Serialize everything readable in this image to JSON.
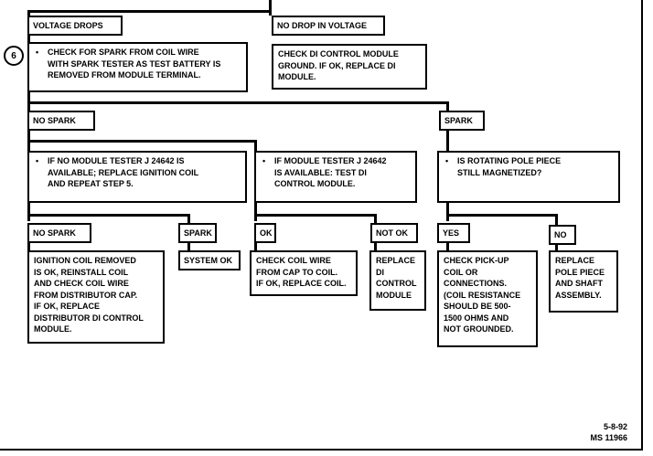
{
  "boxes": {
    "voltage_drops": "VOLTAGE DROPS",
    "no_drop": "NO DROP IN VOLTAGE",
    "check_spark": "CHECK FOR SPARK FROM COIL WIRE\nWITH SPARK TESTER AS TEST BATTERY IS\nREMOVED FROM MODULE TERMINAL.",
    "check_ground": "CHECK DI CONTROL MODULE\nGROUND.  IF OK, REPLACE DI\nMODULE.",
    "no_spark": "NO SPARK",
    "spark": "SPARK",
    "no_tester": "IF NO MODULE TESTER J 24642 IS\nAVAILABLE;  REPLACE IGNITION COIL\nAND REPEAT STEP 5.",
    "with_tester": "IF MODULE TESTER J 24642\nIS AVAILABLE: TEST DI\nCONTROL MODULE.",
    "pole_piece": "IS ROTATING POLE PIECE\nSTILL MAGNETIZED?",
    "no_spark_2": "NO SPARK",
    "spark_2": "SPARK",
    "ok": "OK",
    "not_ok": "NOT OK",
    "yes": "YES",
    "no": "NO",
    "coil_removed": "IGNITION COIL REMOVED\nIS OK, REINSTALL COIL\nAND CHECK COIL WIRE\nFROM DISTRIBUTOR CAP.\nIF OK, REPLACE\nDISTRIBUTOR DI CONTROL\nMODULE.",
    "system_ok": "SYSTEM OK",
    "check_coil_wire": "CHECK COIL WIRE\nFROM CAP TO COIL.\nIF OK, REPLACE COIL.",
    "replace_di": "REPLACE\nDI\nCONTROL\nMODULE",
    "check_pickup": "CHECK PICK-UP\nCOIL OR\nCONNECTIONS.\n(COIL RESISTANCE\nSHOULD BE 500-\n1500 OHMS AND\nNOT GROUNDED.",
    "replace_pole": "REPLACE\nPOLE PIECE\nAND SHAFT\nASSEMBLY."
  },
  "bullet": "•",
  "step_number": "6",
  "footer": {
    "date": "5-8-92",
    "code": "MS 11966"
  }
}
